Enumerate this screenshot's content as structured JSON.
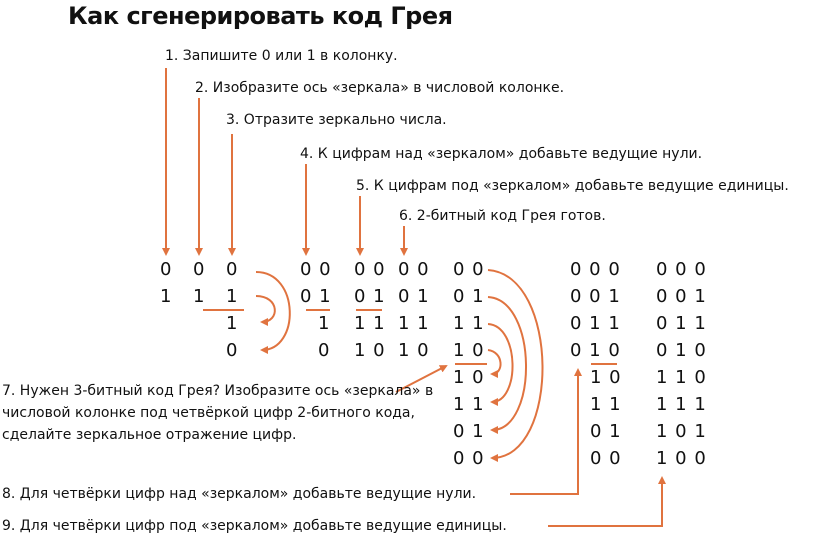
{
  "title": "Как сгенерировать код Грея",
  "steps": {
    "s1": "1. Запишите 0 или 1 в колонку.",
    "s2": "2. Изобразите ось «зеркала» в числовой колонке.",
    "s3": "3. Отразите зеркально числа.",
    "s4": "4. К цифрам над «зеркалом» добавьте ведущие нули.",
    "s5": "5. К цифрам под «зеркалом» добавьте ведущие единицы.",
    "s6": "6. 2-битный код Грея готов.",
    "s7": "7. Нужен 3-битный код Грея? Изобразите ось «зеркала» в числовой колонке под четвёркой цифр 2-битного кода, сделайте зеркальное отражение цифр.",
    "s8": "8. Для четвёрки цифр над «зеркалом» добавьте ведущие нули.",
    "s9": "9. Для четвёрки цифр под «зеркалом» добавьте ведущие единицы."
  },
  "columns": {
    "c1": [
      "0",
      "1"
    ],
    "c2": [
      "0",
      "1"
    ],
    "c3": [
      "0",
      "1",
      "1",
      "0"
    ],
    "c4": [
      "0 0",
      "0 1",
      "1",
      "0"
    ],
    "c5": [
      "0 0",
      "0 1",
      "1 1",
      "1 0"
    ],
    "c6": [
      "0 0",
      "0 1",
      "1 1",
      "1 0"
    ],
    "c7": [
      "0 0",
      "0 1",
      "1 1",
      "1 0",
      "1 0",
      "1 1",
      "0 1",
      "0 0"
    ],
    "c8": [
      "0 0 0",
      "0 0 1",
      "0 1 1",
      "0 1 0",
      "1 0",
      "1 1",
      "0 1",
      "0 0"
    ],
    "c9": [
      "0 0 0",
      "0 0 1",
      "0 1 1",
      "0 1 0",
      "1 1 0",
      "1 1 1",
      "1 0 1",
      "1 0 0"
    ]
  },
  "colors": {
    "arrow": "#e0733f",
    "text": "#111111"
  }
}
